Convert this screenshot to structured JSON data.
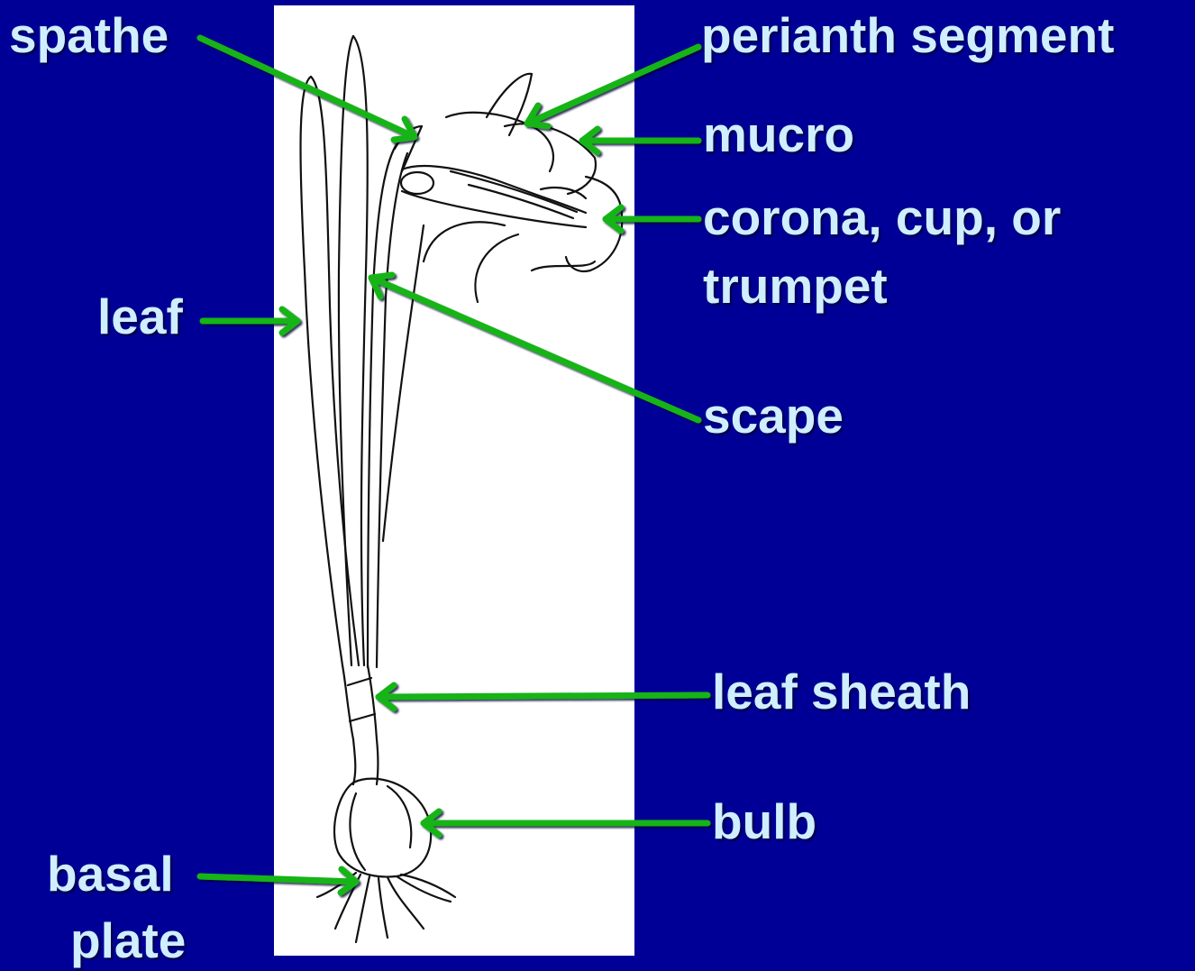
{
  "colors": {
    "background": "#000096",
    "panel": "#ffffff",
    "label_text": "#cfeeff",
    "arrow": "#19b419",
    "drawing_line": "#111111"
  },
  "labels": {
    "spathe": "spathe",
    "perianth_segment": "perianth segment",
    "mucro": "mucro",
    "corona_line1": "corona, cup, or",
    "corona_line2": "trumpet",
    "leaf": "leaf",
    "scape": "scape",
    "leaf_sheath": "leaf sheath",
    "bulb": "bulb",
    "basal_line1": "basal",
    "basal_line2": "plate"
  },
  "icons": {
    "illustration": "daffodil-plant-illustration",
    "pointer": "green-arrow-icon"
  }
}
